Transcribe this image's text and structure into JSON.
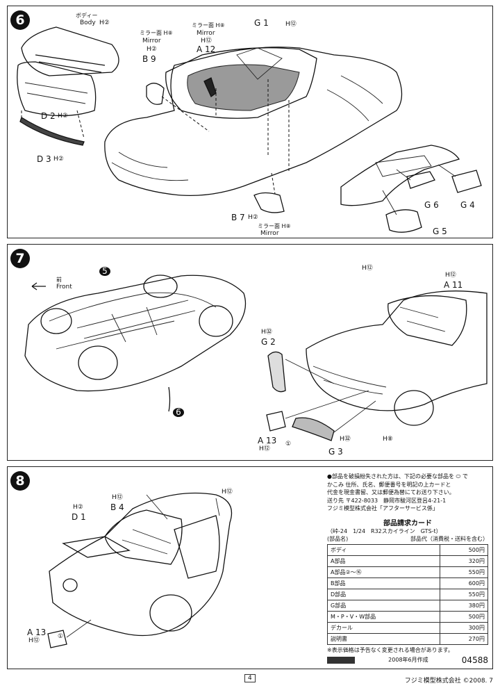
{
  "step6": {
    "number": "6",
    "labels": {
      "body_jp": "ボディー",
      "body_en": "Body",
      "h2_body": "H②",
      "mirror_h8_a": "ミラー面 H⑧",
      "mirror_a": "Mirror",
      "h8_a": "ミラー面 H⑧",
      "mirror_b": "Mirror",
      "h2_a": "H②",
      "b9": "B 9",
      "h12_a": "H⑫",
      "a12": "A 12",
      "g1": "G 1",
      "h12_b": "H⑫",
      "d2": "D 2",
      "h2_d2": "H②",
      "d3": "D 3",
      "h2_d3": "H②",
      "b7": "B 7",
      "h2_b7": "H②",
      "mirror_h8_b": "ミラー面 H⑧",
      "mirror_c": "Mirror",
      "g6": "G 6",
      "g4": "G 4",
      "g5": "G 5"
    }
  },
  "step7": {
    "number": "7",
    "labels": {
      "front_jp": "前",
      "front_en": "Front",
      "ref5": "5",
      "ref6": "6",
      "h12_a11": "H⑫",
      "a11": "A 11",
      "h12_top": "H⑫",
      "h32": "H㉜",
      "g2": "G 2",
      "a13": "A 13",
      "h12_a13": "H⑫",
      "circle1": "①",
      "h32_g3": "H㉜",
      "g3": "G 3",
      "h8": "H⑧"
    }
  },
  "step8": {
    "number": "8",
    "labels": {
      "h2": "H②",
      "d1": "D 1",
      "h12_b4": "H⑫",
      "b4": "B 4",
      "h12_top": "H⑫",
      "a13": "A 13",
      "h12_a13": "H⑫",
      "circle1": "①"
    }
  },
  "order_card": {
    "notes": [
      "●部品を破損紛失された方は、下記の必要な部品を ⬭ で",
      "かこみ 住所、氏名、郵便番号を明記の上カードと",
      "代金を現金書留、又は郵便為替にてお送り下さい。",
      "送り先 〒422-8033　静岡市駿河区登呂4-21-1",
      "フジミ模型株式会社「アフターサービス係」"
    ],
    "title": "部品請求カード",
    "model_line": "（峠-24　1/24　R32スカイライン　GTS-t）",
    "header_left": "(部品名)",
    "header_right": "部品代（消費税・送料を含む）",
    "rows": [
      {
        "name": "ボディ",
        "price": "500円"
      },
      {
        "name": "A部品",
        "price": "320円"
      },
      {
        "name": "A部品②～⑯",
        "price": "550円"
      },
      {
        "name": "B部品",
        "price": "600円"
      },
      {
        "name": "D部品",
        "price": "550円"
      },
      {
        "name": "G部品",
        "price": "380円"
      },
      {
        "name": "M・P・V・W部品",
        "price": "500円"
      },
      {
        "name": "デカール",
        "price": "300円"
      },
      {
        "name": "説明書",
        "price": "270円"
      }
    ],
    "footnote": "※表示価格は予告なく変更される場合があります。",
    "date": "2008年6月作成",
    "code": "04588"
  },
  "footer": {
    "page": "4",
    "company": "フジミ模型株式会社 ©2008. 7"
  }
}
